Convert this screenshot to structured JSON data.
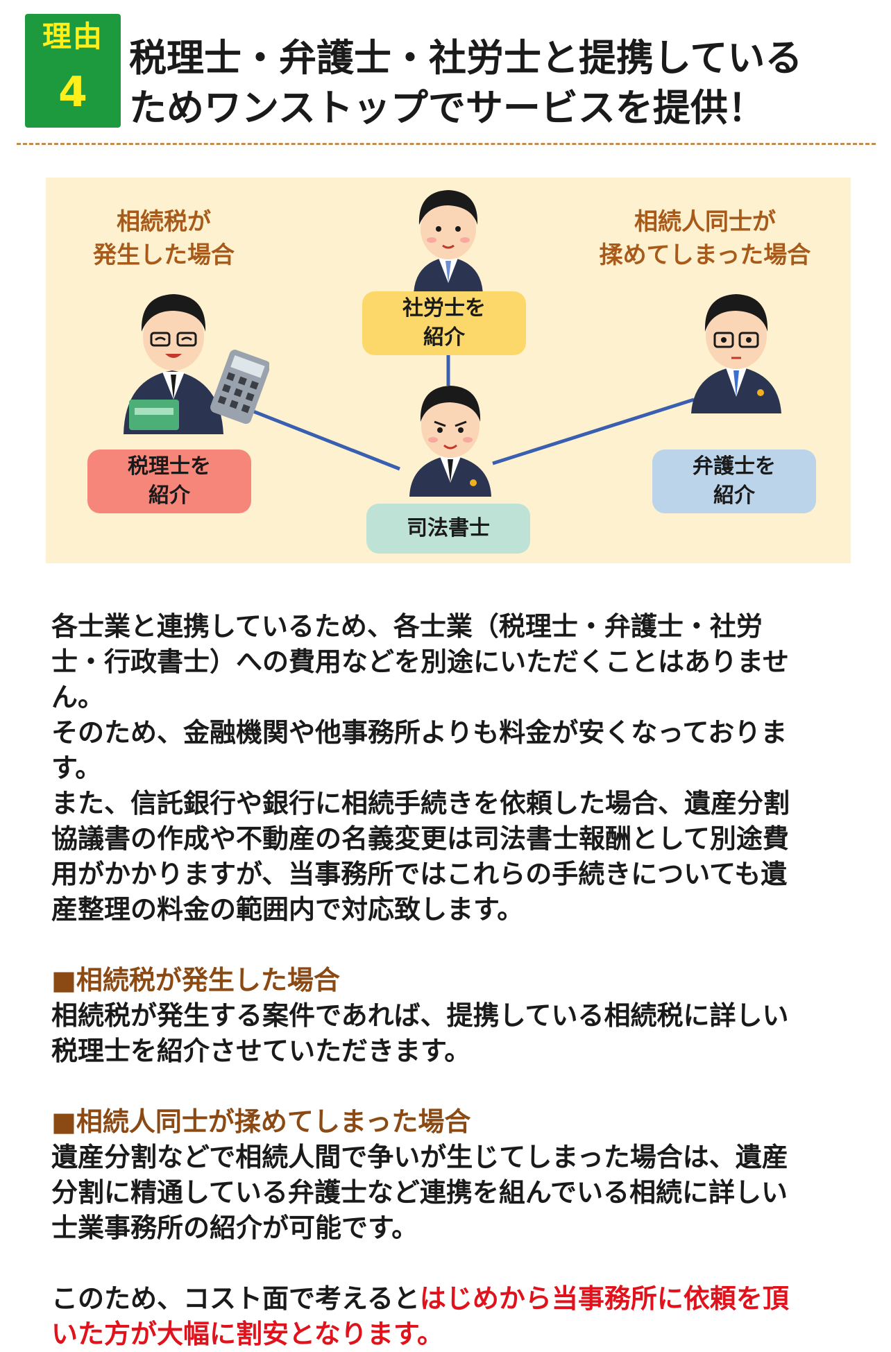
{
  "header": {
    "badge_label": "理由",
    "badge_number": "4",
    "title_line1": "税理士・弁護士・社労士と提携している",
    "title_line2": "ためワンストップでサービスを提供！"
  },
  "diagram": {
    "left_caption_line1": "相続税が",
    "left_caption_line2": "発生した場合",
    "right_caption_line1": "相続人同士が",
    "right_caption_line2": "揉めてしまった場合",
    "box_labor_line1": "社労士を",
    "box_labor_line2": "紹介",
    "box_tax_line1": "税理士を",
    "box_tax_line2": "紹介",
    "box_lawyer_line1": "弁護士を",
    "box_lawyer_line2": "紹介",
    "box_scrivener": "司法書士",
    "colors": {
      "panel_bg": "#fdf1cf",
      "labor": "#fbd869",
      "tax": "#f6857a",
      "lawyer": "#bcd4ea",
      "scrivener": "#bfe2d7",
      "connector": "#3a5fb0"
    }
  },
  "body": {
    "para1_lines": [
      "各士業と連携しているため、各士業（税理士・弁護士・社労",
      "士・行政書士）への費用などを別途にいただくことはありませ",
      "ん。",
      "そのため、金融機関や他事務所よりも料金が安くなっておりま",
      "す。",
      "また、信託銀行や銀行に相続手続きを依頼した場合、遺産分割",
      "協議書の作成や不動産の名義変更は司法書士報酬として別途費",
      "用がかかりますが、当事務所ではこれらの手続きについても遺",
      "産整理の料金の範囲内で対応致します。"
    ],
    "section1_heading": "■相続税が発生した場合",
    "section1_lines": [
      "相続税が発生する案件であれば、提携している相続税に詳しい",
      "税理士を紹介させていただきます。"
    ],
    "section2_heading": "■相続人同士が揉めてしまった場合",
    "section2_lines": [
      "遺産分割などで相続人間で争いが生じてしまった場合は、遺産",
      "分割に精通している弁護士など連携を組んでいる相続に詳しい",
      "士業事務所の紹介が可能です。"
    ],
    "closing_plain": "このため、コスト面で考えると",
    "closing_red_1": "はじめから当事務所に依頼を頂",
    "closing_red_2": "いた方が大幅に割安となります。"
  }
}
